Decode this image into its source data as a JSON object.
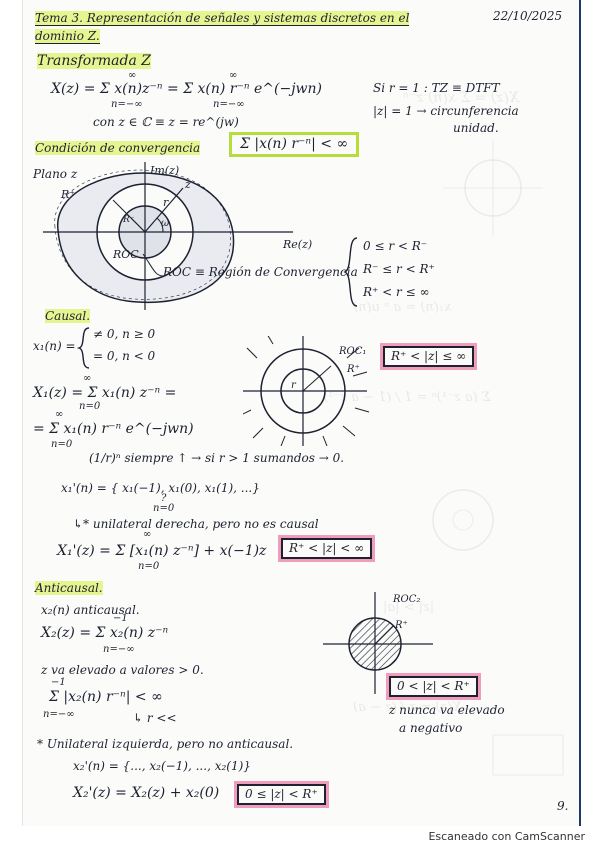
{
  "header": {
    "title_line1": "Tema 3. Representación de señales y sistemas discretos en el",
    "title_line2": "dominio Z.",
    "date": "22/10/2025"
  },
  "transformada": {
    "heading": "Transformada Z",
    "formula": "X(z) = Σ x(n)z⁻ⁿ = Σ x(n) r⁻ⁿ e^(−jwn)",
    "with": "con z ∈ ℂ ≡ z = re^(jw)",
    "note_dtft": "Si r = 1 : TZ ≡ DTFT",
    "note_circle": "|z| = 1 → circunferencia",
    "note_circle2": "unidad.",
    "convergence_label": "Condición de convergencia",
    "convergence_formula": "Σ |x(n) r⁻ⁿ| < ∞"
  },
  "plane": {
    "label": "Plano z",
    "im": "Im(z)",
    "re": "Re(z)",
    "z": "z",
    "r": "r",
    "w": "ω",
    "r_plus": "R⁺",
    "r_minus": "R⁻",
    "roc": "ROC",
    "roc_def": "ROC ≡ Región de Convergencia",
    "case1": "0 ≤ r < R⁻",
    "case2": "R⁻ ≤ r < R⁺",
    "case3": "R⁺ < r ≤ ∞"
  },
  "causal": {
    "heading": "Causal.",
    "x1_def_a": "≠ 0,  n ≥ 0",
    "x1_def_b": "= 0,  n < 0",
    "x1_lhs": "x₁(n) =",
    "X1": "X₁(z) = Σ x₁(n) z⁻ⁿ =",
    "X1b": "= Σ x₁(n) r⁻ⁿ e^(−jwn)",
    "sum_lim_top": "∞",
    "sum_lim_bot": "n=0",
    "reciprocal": "(1/r)ⁿ siempre ↑ → si r > 1 sumandos → 0.",
    "x1p": "x₁'(n) = { x₁(−1), x₁(0), x₁(1), ...}",
    "x1p_q": "?",
    "x1p_n0": "n=0",
    "unilateral": "↳* unilateral derecha, pero no es causal",
    "X1p": "X₁'(z) = Σ [x₁(n) z⁻ⁿ] + x(−1)z",
    "roc1_label": "ROC₁",
    "roc1_rplus": "R⁺",
    "roc1_r": "r",
    "region1": "R⁺ < |z| ≤ ∞",
    "region1b": "R⁺ < |z| < ∞"
  },
  "anticausal": {
    "heading": "Anticausal.",
    "line1": "x₂(n) anticausal.",
    "X2": "X₂(z) = Σ x₂(n) z⁻ⁿ",
    "sum_top": "−1",
    "sum_bot": "n=−∞",
    "note_z": "z va elevado a valores > 0.",
    "conv": "Σ |x₂(n) r⁻ⁿ| < ∞",
    "conv_bot": "n=−∞",
    "conv_top": "−1",
    "r_small": "↳ r << ",
    "unilateral": "* Unilateral izquierda, pero no anticausal.",
    "x2p": "x₂'(n) = {..., x₂(−1), ..., x₂(1)}",
    "X2p": "X₂'(z) = X₂(z) + x₂(0)",
    "roc2_label": "ROC₂",
    "roc2_rplus": "R⁺",
    "region2": "0 < |z| < R⁺",
    "region3": "0 ≤ |z| < R⁺",
    "note_neg": "z nunca va elevado",
    "note_neg2": "a negativo"
  },
  "page_number": "9.",
  "footer": "Escaneado con CamScanner"
}
